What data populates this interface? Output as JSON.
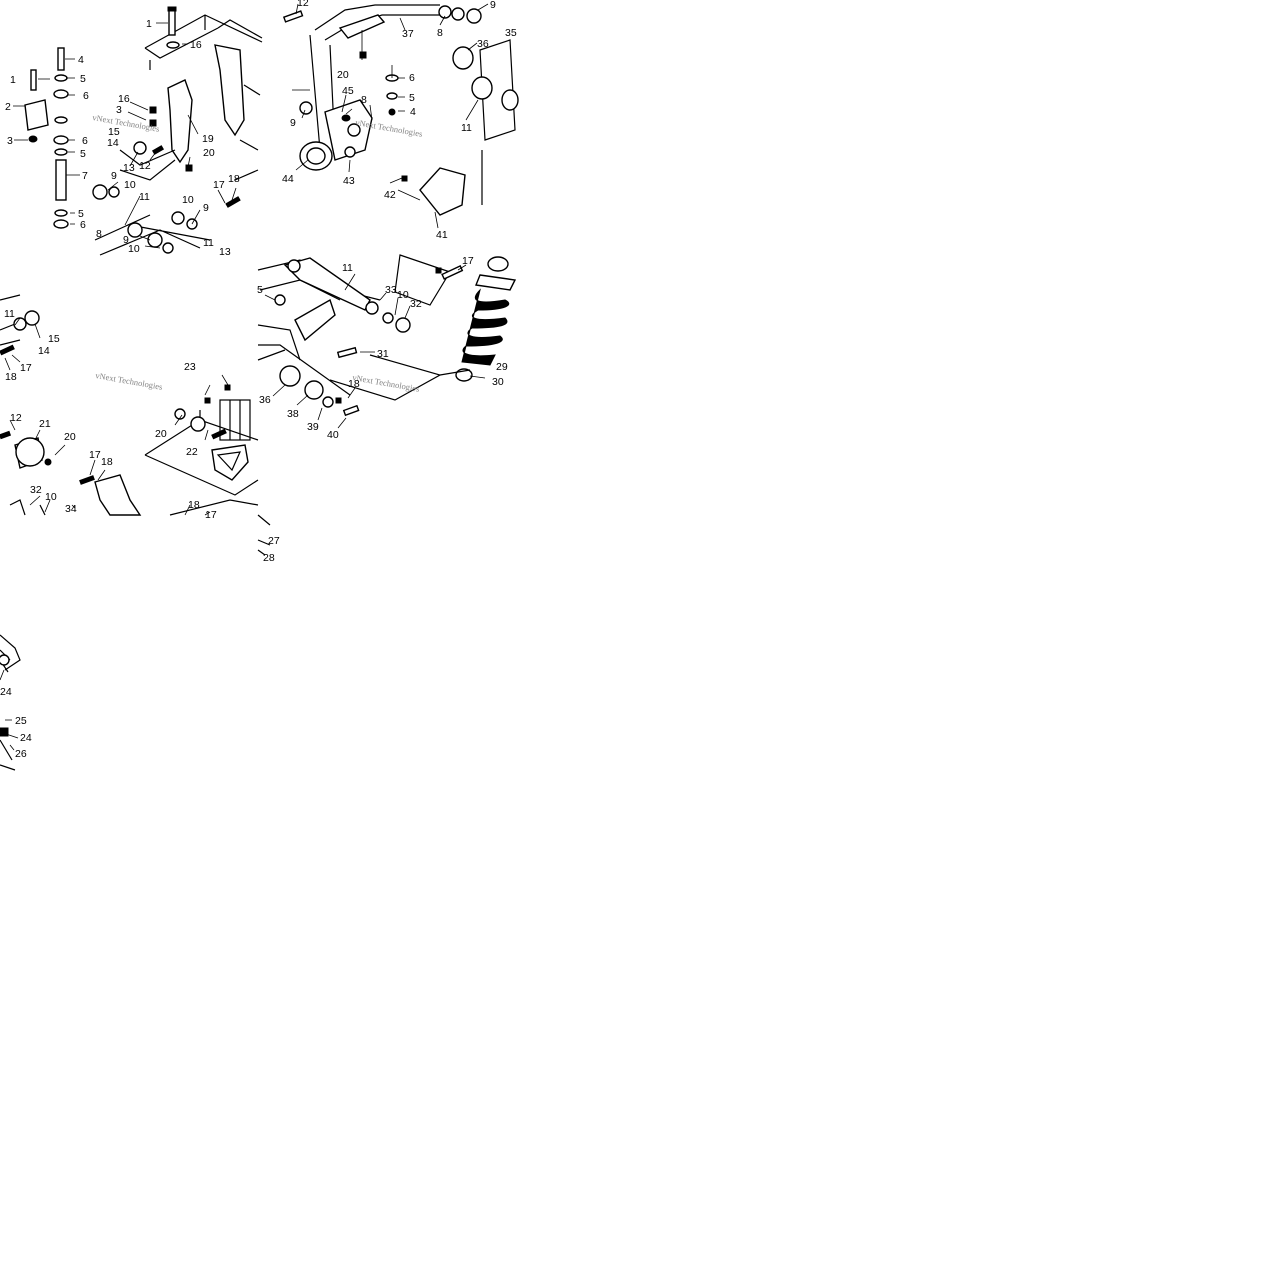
{
  "diagram": {
    "watermark": "vNext Technologies",
    "callouts": [
      {
        "id": "c-1a",
        "text": "1"
      },
      {
        "id": "c-16a",
        "text": "16"
      },
      {
        "id": "c-4a",
        "text": "4"
      },
      {
        "id": "c-1b",
        "text": "1"
      },
      {
        "id": "c-5a",
        "text": "5"
      },
      {
        "id": "c-2",
        "text": "2"
      },
      {
        "id": "c-6a",
        "text": "6"
      },
      {
        "id": "c-16b",
        "text": "16"
      },
      {
        "id": "c-3a",
        "text": "3"
      },
      {
        "id": "c-15a",
        "text": "15"
      },
      {
        "id": "c-14a",
        "text": "14"
      },
      {
        "id": "c-3b",
        "text": "3"
      },
      {
        "id": "c-6b",
        "text": "6"
      },
      {
        "id": "c-5b",
        "text": "5"
      },
      {
        "id": "c-13a",
        "text": "13"
      },
      {
        "id": "c-12a",
        "text": "12"
      },
      {
        "id": "c-19",
        "text": "19"
      },
      {
        "id": "c-20a",
        "text": "20"
      },
      {
        "id": "c-7",
        "text": "7"
      },
      {
        "id": "c-9a",
        "text": "9"
      },
      {
        "id": "c-10a",
        "text": "10"
      },
      {
        "id": "c-11a",
        "text": "11"
      },
      {
        "id": "c-17a",
        "text": "17"
      },
      {
        "id": "c-18a",
        "text": "18"
      },
      {
        "id": "c-10b",
        "text": "10"
      },
      {
        "id": "c-9b",
        "text": "9"
      },
      {
        "id": "c-5c",
        "text": "5"
      },
      {
        "id": "c-6c",
        "text": "6"
      },
      {
        "id": "c-8a",
        "text": "8"
      },
      {
        "id": "c-9c",
        "text": "9"
      },
      {
        "id": "c-11b",
        "text": "11"
      },
      {
        "id": "c-10c",
        "text": "10"
      },
      {
        "id": "c-13b",
        "text": "13"
      },
      {
        "id": "c-12b",
        "text": "12"
      },
      {
        "id": "c-9d",
        "text": "9"
      },
      {
        "id": "c-37",
        "text": "37"
      },
      {
        "id": "c-8b",
        "text": "8"
      },
      {
        "id": "c-36a",
        "text": "36"
      },
      {
        "id": "c-35",
        "text": "35"
      },
      {
        "id": "c-20b",
        "text": "20"
      },
      {
        "id": "c-6d",
        "text": "6"
      },
      {
        "id": "c-45",
        "text": "45"
      },
      {
        "id": "c-8c",
        "text": "8"
      },
      {
        "id": "c-5d",
        "text": "5"
      },
      {
        "id": "c-4b",
        "text": "4"
      },
      {
        "id": "c-9e",
        "text": "9"
      },
      {
        "id": "c-11c",
        "text": "11"
      },
      {
        "id": "c-44",
        "text": "44"
      },
      {
        "id": "c-43",
        "text": "43"
      },
      {
        "id": "c-42",
        "text": "42"
      },
      {
        "id": "c-41",
        "text": "41"
      },
      {
        "id": "c-11d",
        "text": "11"
      },
      {
        "id": "c-17b",
        "text": "17"
      },
      {
        "id": "c-5e",
        "text": "5"
      },
      {
        "id": "c-33",
        "text": "33"
      },
      {
        "id": "c-10d",
        "text": "10"
      },
      {
        "id": "c-32a",
        "text": "32"
      },
      {
        "id": "c-31",
        "text": "31"
      },
      {
        "id": "c-29",
        "text": "29"
      },
      {
        "id": "c-30",
        "text": "30"
      },
      {
        "id": "c-18b",
        "text": "18"
      },
      {
        "id": "c-36b",
        "text": "36"
      },
      {
        "id": "c-38",
        "text": "38"
      },
      {
        "id": "c-39",
        "text": "39"
      },
      {
        "id": "c-40",
        "text": "40"
      },
      {
        "id": "c-11e",
        "text": "11"
      },
      {
        "id": "c-15b",
        "text": "15"
      },
      {
        "id": "c-14b",
        "text": "14"
      },
      {
        "id": "c-17c",
        "text": "17"
      },
      {
        "id": "c-18c",
        "text": "18"
      },
      {
        "id": "c-23",
        "text": "23"
      },
      {
        "id": "c-20c",
        "text": "20"
      },
      {
        "id": "c-22",
        "text": "22"
      },
      {
        "id": "c-12c",
        "text": "12"
      },
      {
        "id": "c-21",
        "text": "21"
      },
      {
        "id": "c-20d",
        "text": "20"
      },
      {
        "id": "c-17d",
        "text": "17"
      },
      {
        "id": "c-18d",
        "text": "18"
      },
      {
        "id": "c-32b",
        "text": "32"
      },
      {
        "id": "c-10e",
        "text": "10"
      },
      {
        "id": "c-34",
        "text": "34"
      },
      {
        "id": "c-18e",
        "text": "18"
      },
      {
        "id": "c-17e",
        "text": "17"
      },
      {
        "id": "c-27",
        "text": "27"
      },
      {
        "id": "c-28",
        "text": "28"
      },
      {
        "id": "c-24a",
        "text": "24"
      },
      {
        "id": "c-25",
        "text": "25"
      },
      {
        "id": "c-24b",
        "text": "24"
      },
      {
        "id": "c-26",
        "text": "26"
      }
    ]
  }
}
